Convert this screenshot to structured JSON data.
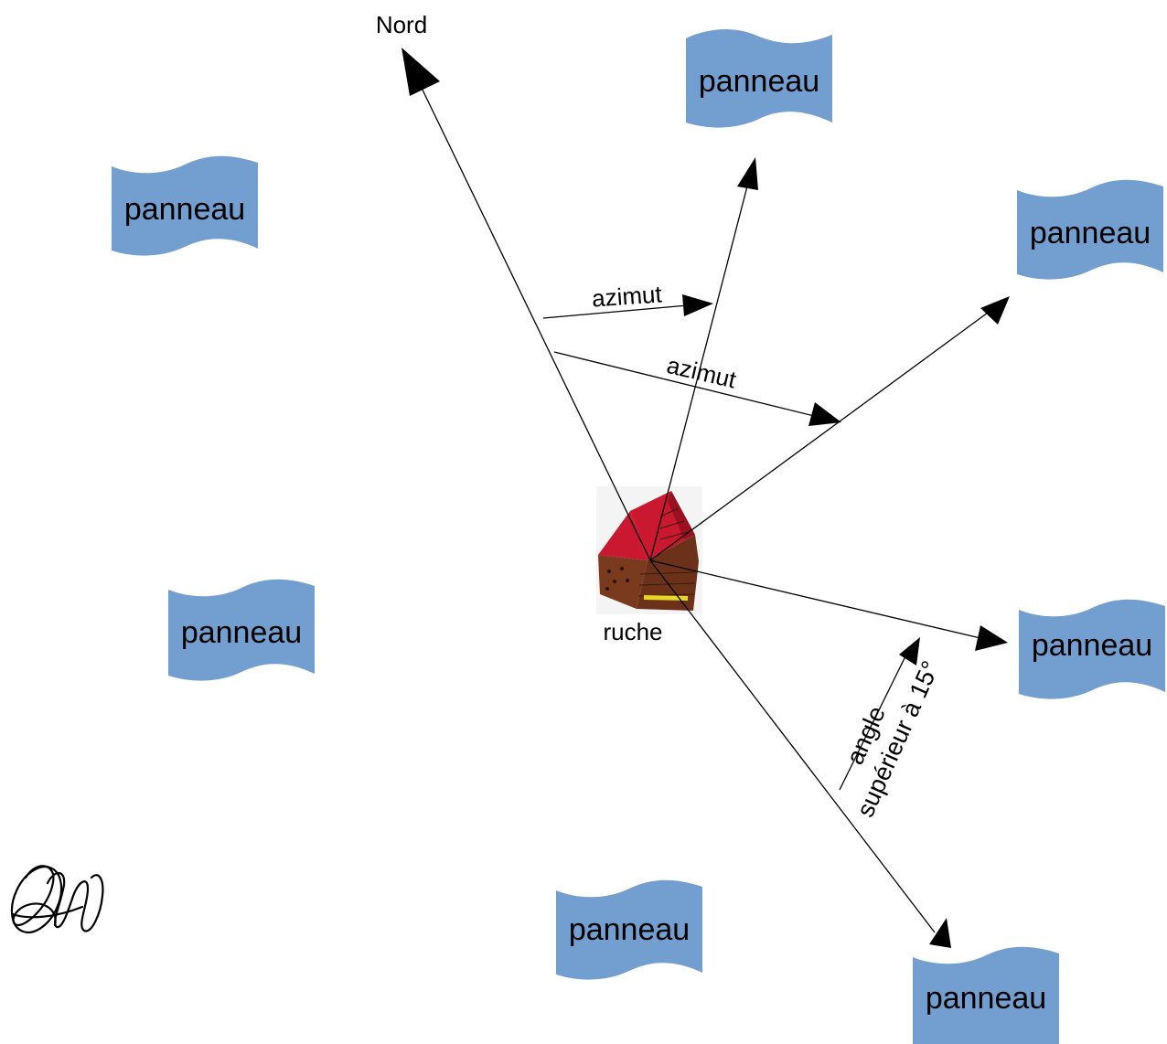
{
  "diagram": {
    "north_label": "Nord",
    "hive_label": "ruche",
    "azimuth_label_1": "azimut",
    "azimuth_label_2": "azimut",
    "angle_label_line1": "angle",
    "angle_label_line2": "supérieur à 15°",
    "panels": [
      {
        "label": "panneau"
      },
      {
        "label": "panneau"
      },
      {
        "label": "panneau"
      },
      {
        "label": "panneau"
      },
      {
        "label": "panneau"
      },
      {
        "label": "panneau"
      },
      {
        "label": "panneau"
      }
    ]
  },
  "colors": {
    "panel_fill": "#729fcf",
    "roof": "#c9182f",
    "wood": "#7a3a1e",
    "slot": "#e6d628",
    "line": "#000000",
    "background": "#ffffff"
  },
  "icons": {
    "hive": "beehive-icon",
    "monogram": "monogram-signature"
  }
}
